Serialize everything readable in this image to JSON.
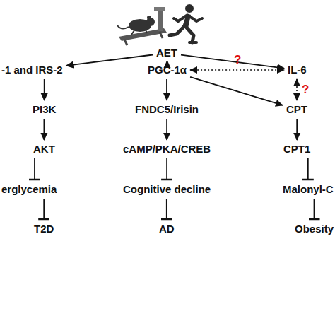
{
  "diagram": {
    "nodes": [
      {
        "text": [
          "AET"
        ]
      },
      {
        "text": [
          "-1 and IRS-2"
        ]
      },
      {
        "text": [
          "PGC-1α"
        ]
      },
      {
        "text": [
          "IL-6"
        ]
      },
      {
        "text": [
          "PI3K"
        ]
      },
      {
        "text": [
          "FNDC5/Irisin"
        ]
      },
      {
        "text": [
          "CPT"
        ]
      },
      {
        "text": [
          "AKT"
        ]
      },
      {
        "text": [
          "cAMP/PKA/CREB"
        ]
      },
      {
        "text": [
          "CPT1"
        ]
      },
      {
        "text": [
          "erglycemia"
        ]
      },
      {
        "text": [
          "Cognitive decline"
        ]
      },
      {
        "text": [
          "Malonyl-C"
        ]
      },
      {
        "text": [
          "T2D"
        ]
      },
      {
        "text": [
          "AD"
        ]
      },
      {
        "text": [
          "Obesity"
        ]
      }
    ],
    "edges": [
      {
        "from": 0,
        "to": 1,
        "arrow": "to"
      },
      {
        "from": 0,
        "to": 2,
        "arrow": "to"
      },
      {
        "from": 0,
        "to": 3,
        "arrow": "to"
      },
      {
        "from": 2,
        "to": 3,
        "label": "?",
        "arrow": "both"
      },
      {
        "from": 1,
        "to": 4,
        "arrow": "to"
      },
      {
        "from": 2,
        "to": 5,
        "arrow": "to"
      },
      {
        "from": 2,
        "to": 6,
        "arrow": "to"
      },
      {
        "from": 3,
        "to": 6,
        "label": "?",
        "arrow": "both"
      },
      {
        "from": 4,
        "to": 7,
        "arrow": "to"
      },
      {
        "from": 5,
        "to": 8,
        "arrow": "to"
      },
      {
        "from": 6,
        "to": 9,
        "arrow": "to"
      },
      {
        "from": 7,
        "to": 10,
        "arrow": "to"
      },
      {
        "from": 8,
        "to": 11,
        "arrow": "to"
      },
      {
        "from": 9,
        "to": 12,
        "arrow": "to"
      },
      {
        "from": 10,
        "to": 13,
        "arrow": "to"
      },
      {
        "from": 11,
        "to": 14,
        "arrow": "to"
      },
      {
        "from": 12,
        "to": 15,
        "arrow": "to"
      }
    ]
  }
}
